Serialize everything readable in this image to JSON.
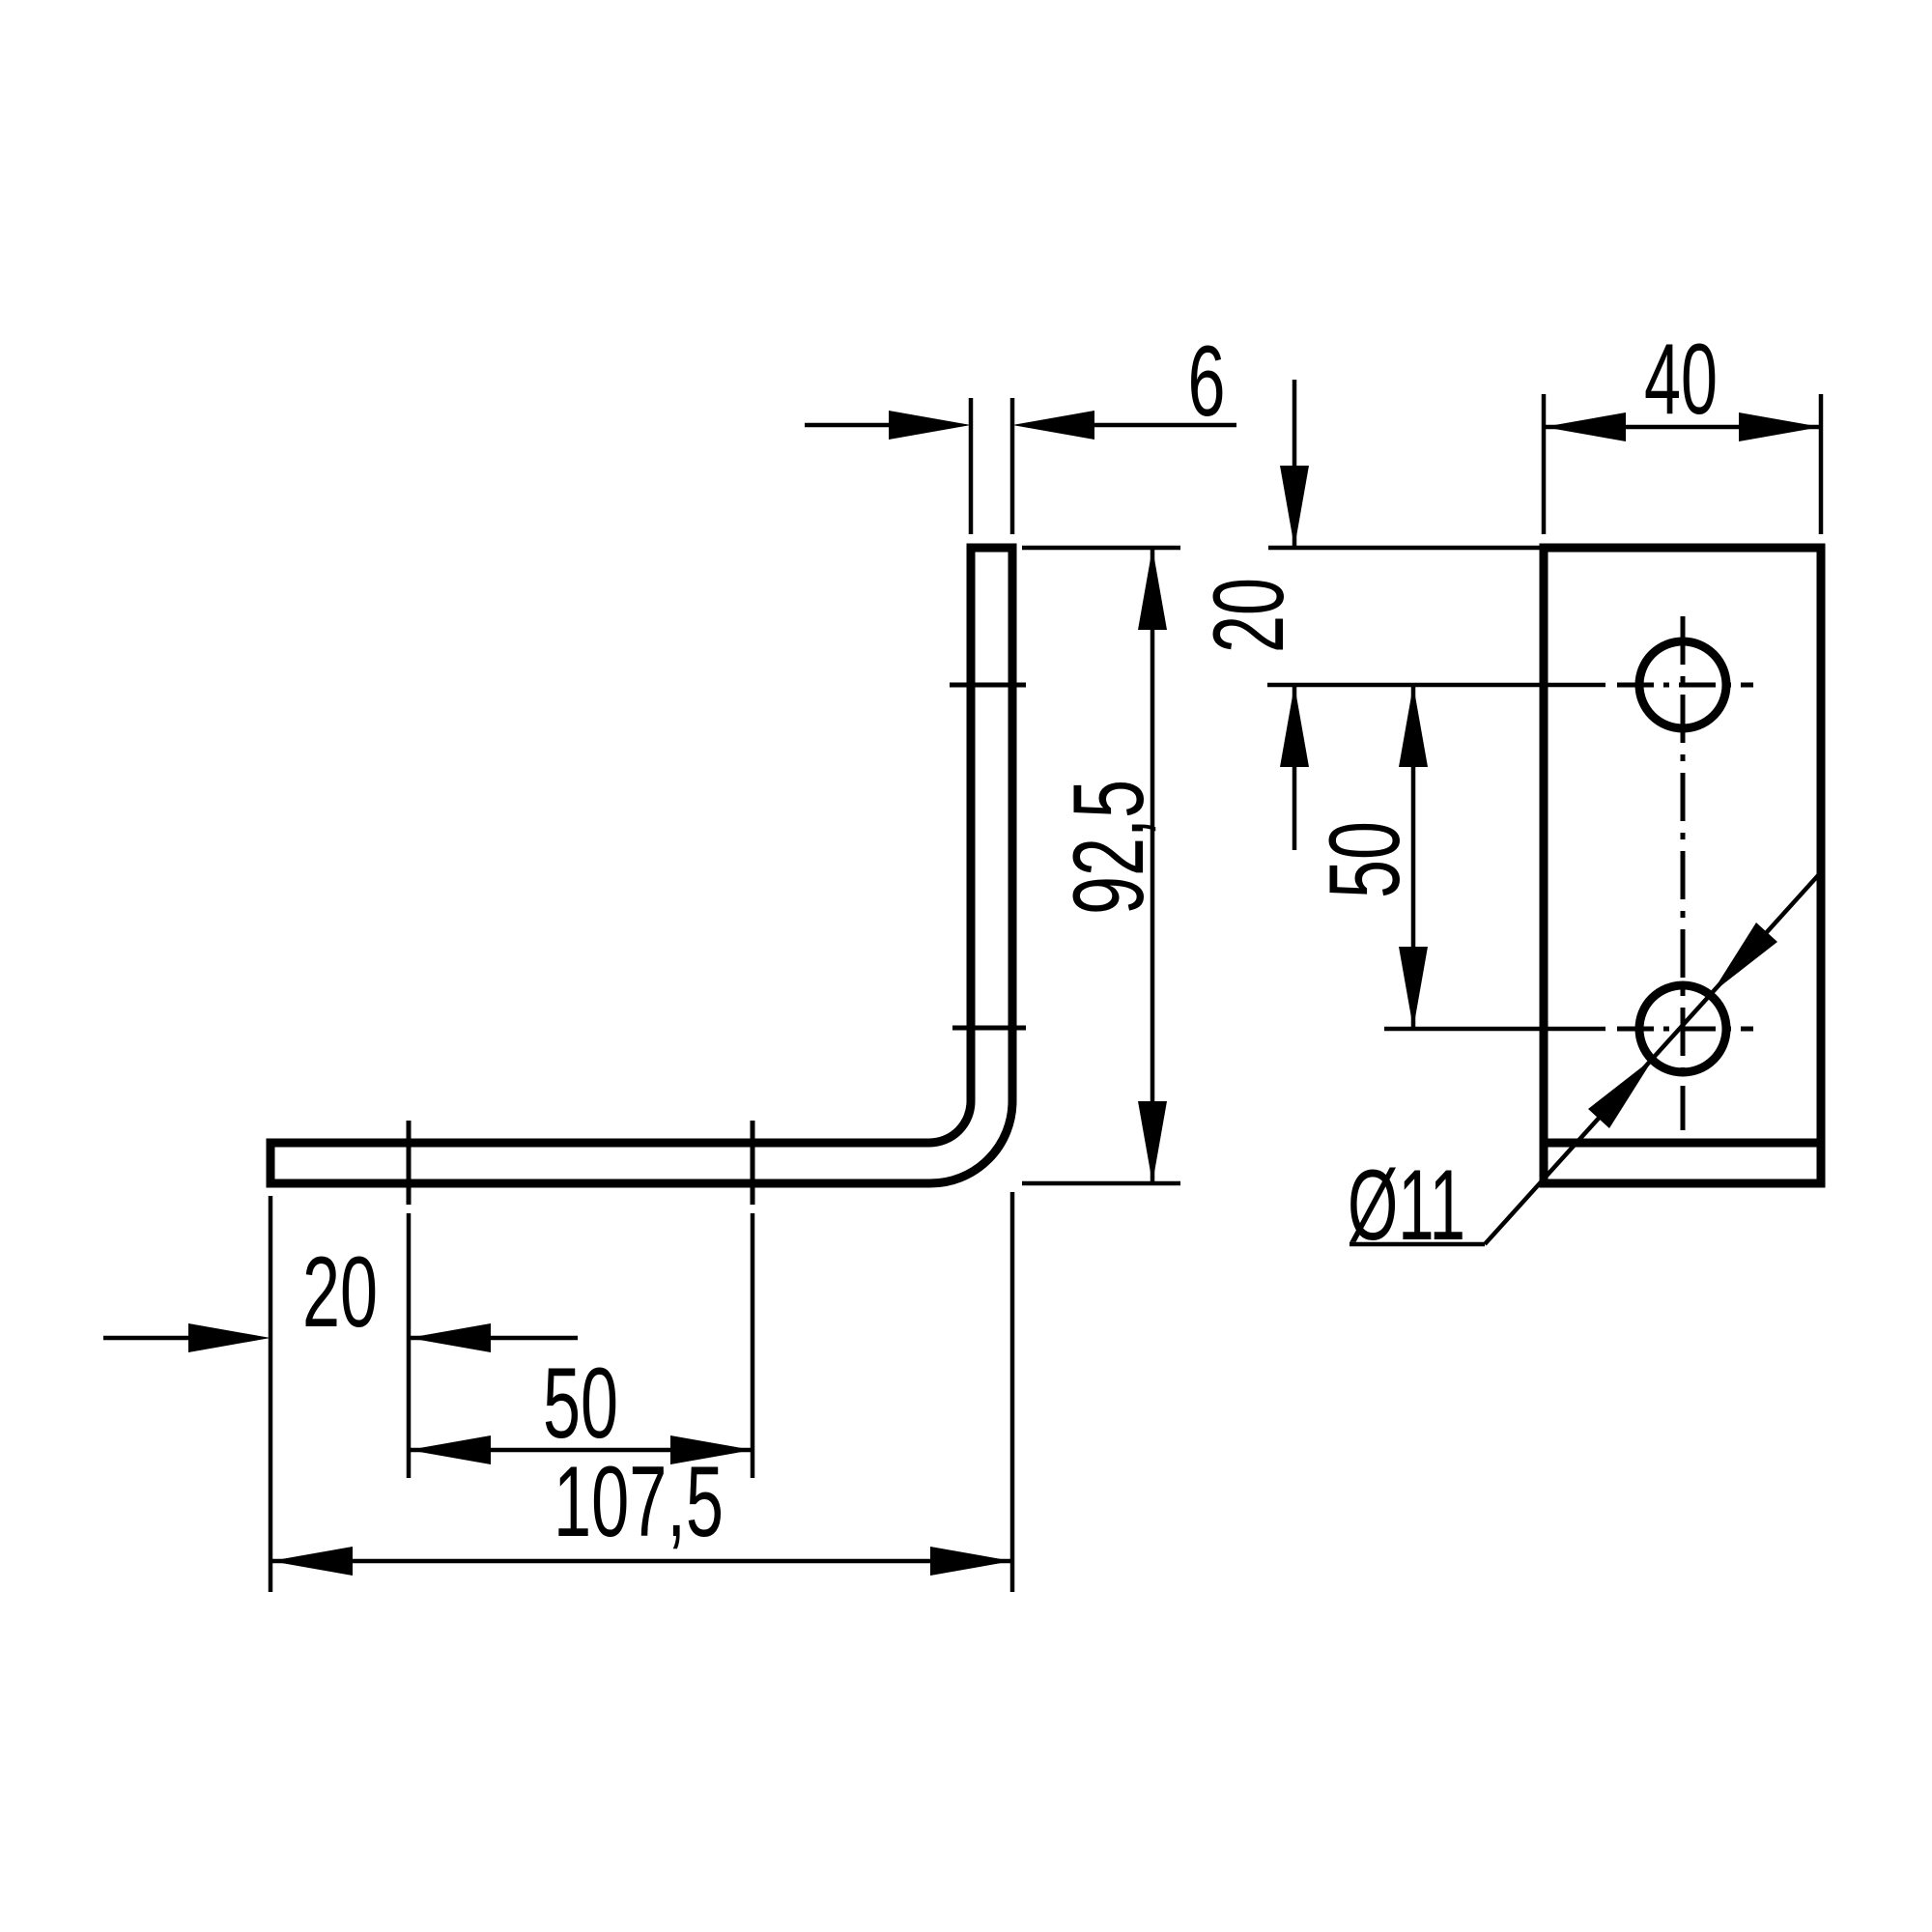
{
  "drawing": {
    "background_color": "#ffffff",
    "line_color": "#000000",
    "side_view": {
      "dim_thickness": "6",
      "dim_leg_height": "92,5",
      "dim_hole_offset": "20",
      "dim_hole_spacing": "50",
      "dim_total_length": "107,5"
    },
    "front_view": {
      "dim_width": "40",
      "dim_hole_offset": "20",
      "dim_hole_spacing": "50",
      "dim_hole_diameter": "Ø11"
    }
  }
}
